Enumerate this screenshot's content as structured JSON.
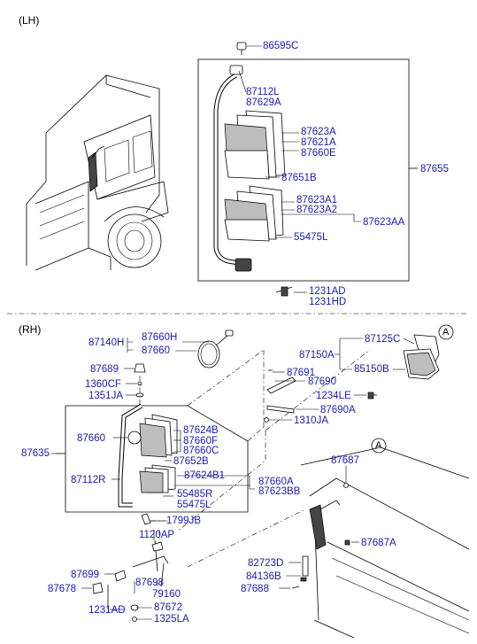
{
  "sections": {
    "lh": "(LH)",
    "rh": "(RH)"
  },
  "callouts": {
    "a1": "A",
    "a2": "A"
  },
  "labels": {
    "l86595C": "86595C",
    "l87112L": "87112L",
    "l87629A": "87629A",
    "l87623A": "87623A",
    "l87621A": "87621A",
    "l87660E": "87660E",
    "l87651B": "87651B",
    "l87655": "87655",
    "l87623A1": "87623A1",
    "l87623A2": "87623A2",
    "l87623AA": "87623AA",
    "l55475L_top": "55475L",
    "l1231AD_top": "1231AD",
    "l1231HD": "1231HD",
    "l87140H": "87140H",
    "l87660H": "87660H",
    "l87660_a": "87660",
    "l87689": "87689",
    "l1360CF": "1360CF",
    "l1351JA": "1351JA",
    "l87691": "87691",
    "l87690": "87690",
    "l87150A": "87150A",
    "l87125C": "87125C",
    "l85150B": "85150B",
    "l1234LE": "1234LE",
    "l87690A": "87690A",
    "l1310JA": "1310JA",
    "l87660_b": "87660",
    "l87624B": "87624B",
    "l87660F": "87660F",
    "l87660C": "87660C",
    "l87652B": "87652B",
    "l87635": "87635",
    "l87112R": "87112R",
    "l87624B1": "87624B1",
    "l87660A": "87660A",
    "l87623BB": "87623BB",
    "l55485R": "55485R",
    "l55475L_rh": "55475L",
    "l87687": "87687",
    "l87687A": "87687A",
    "l1799JB": "1799JB",
    "l1120AP": "1120AP",
    "l87699": "87699",
    "l87698": "87698",
    "l87678": "87678",
    "l79160": "79160",
    "l1231AD_rh": "1231AD",
    "l87672": "87672",
    "l1325LA": "1325LA",
    "l82723D": "82723D",
    "l84136B": "84136B",
    "l87688": "87688"
  }
}
